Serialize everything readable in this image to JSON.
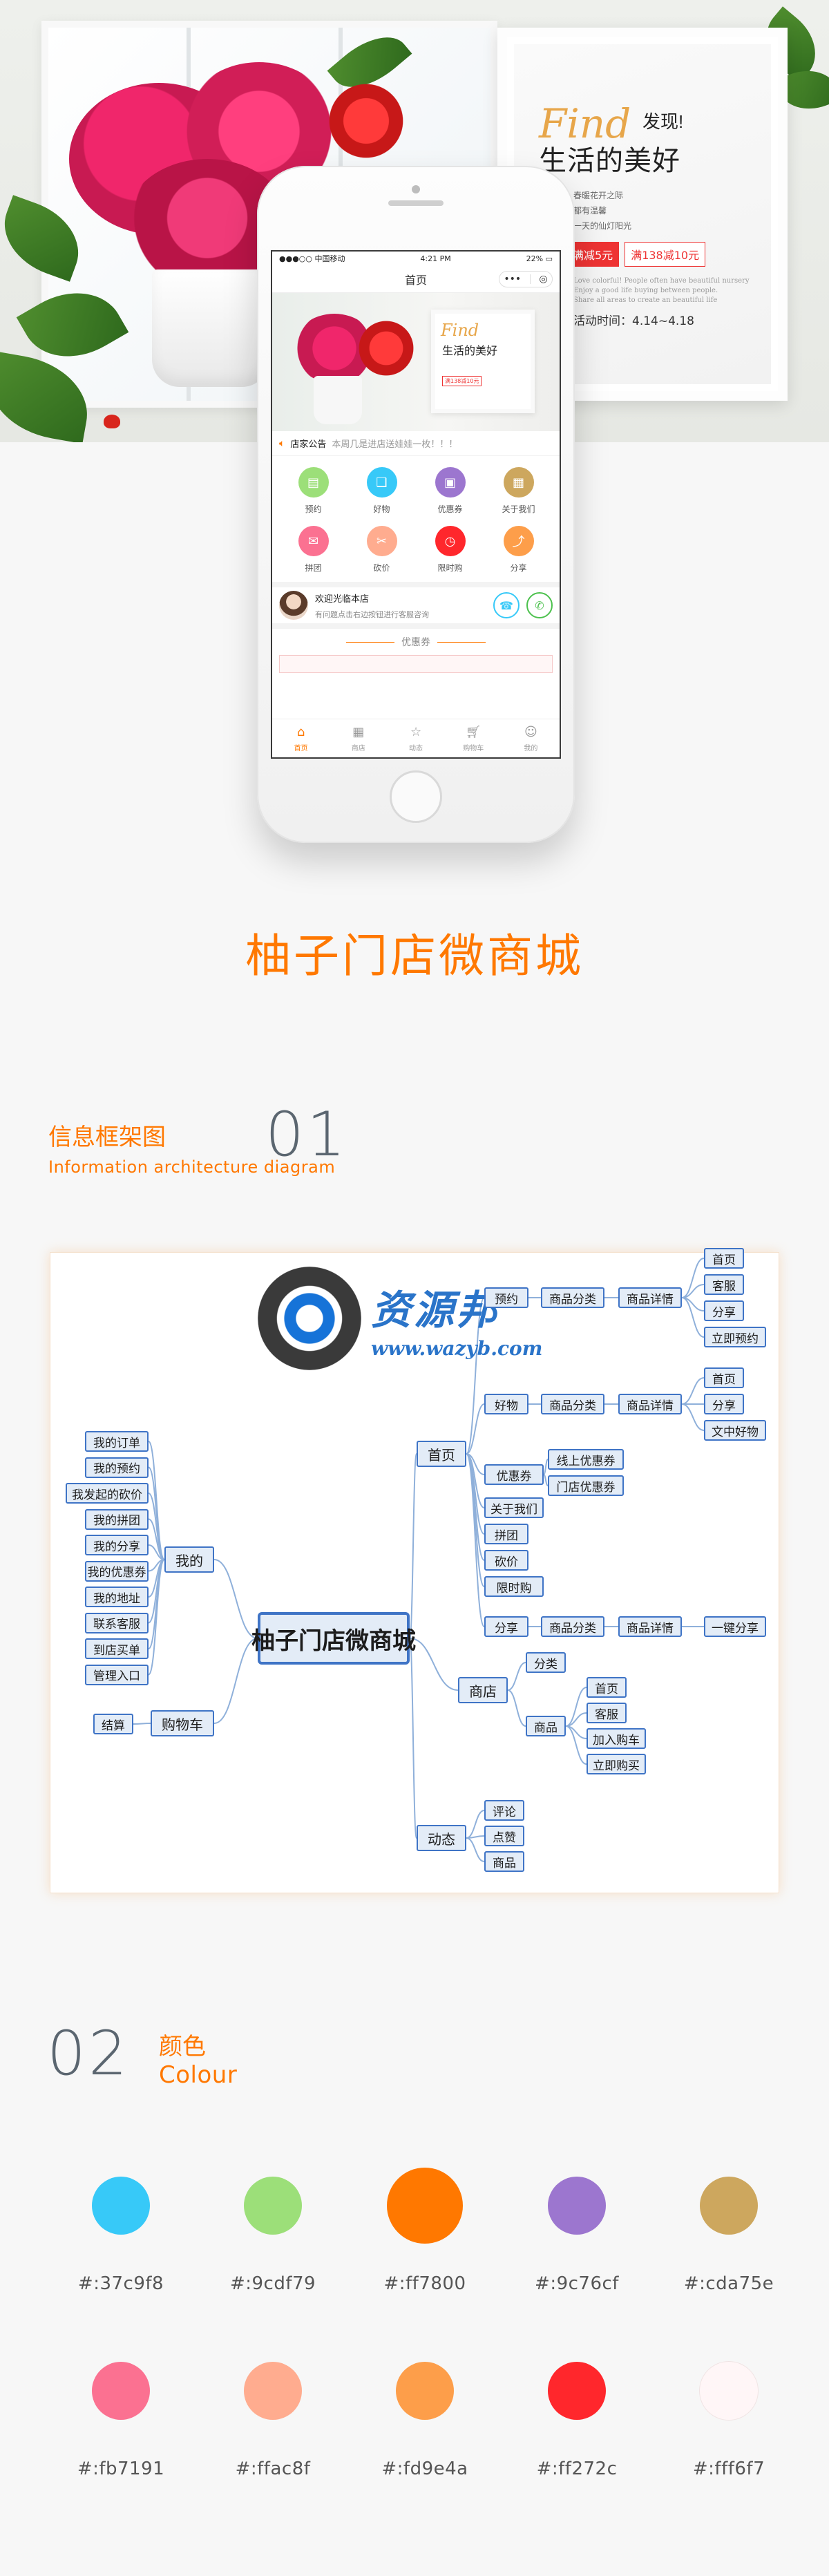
{
  "hero": {
    "find_word": "Find",
    "find_sub": "发现!",
    "find_title": "生活的美好",
    "lines": [
      "春暖花开之际",
      "都有温馨",
      "一天的仙灯阳光"
    ],
    "promo": [
      "满减5元",
      "满138减10元"
    ],
    "promo_en": [
      "Love colorful! People often have beautiful nursery",
      "Enjoy a good life buying between people.",
      "Share all areas to create an beautiful life"
    ],
    "promo_date": "活动时间：4.14~4.18"
  },
  "phone": {
    "status": {
      "carrier": "●●●○○ 中国移动",
      "wifi": "wifi-icon",
      "time": "4:21 PM",
      "battery": "22%"
    },
    "nav_title": "首页",
    "capsule_dots": "•••",
    "capsule_target": "◎",
    "banner": {
      "find": "Find",
      "title": "生活的美好",
      "chip": "满138减10元"
    },
    "notice": {
      "label": "店家公告",
      "text": "本周几是进店送娃娃一枚！！！"
    },
    "grid": [
      {
        "label": "预约",
        "color": "#9cdf79",
        "icon": "calendar-icon"
      },
      {
        "label": "好物",
        "color": "#37c9f8",
        "icon": "book-icon"
      },
      {
        "label": "优惠券",
        "color": "#9c76cf",
        "icon": "coupon-icon"
      },
      {
        "label": "关于我们",
        "color": "#cda75e",
        "icon": "info-icon"
      },
      {
        "label": "拼团",
        "color": "#fb7191",
        "icon": "group-icon"
      },
      {
        "label": "砍价",
        "color": "#ffac8f",
        "icon": "bargain-icon"
      },
      {
        "label": "限时购",
        "color": "#ff272c",
        "icon": "clock-icon"
      },
      {
        "label": "分享",
        "color": "#fd9e4a",
        "icon": "share-icon"
      }
    ],
    "shop": {
      "name": "欢迎光临本店",
      "desc": "有问题点击右边按钮进行客服咨询"
    },
    "coupon_title": "优惠券",
    "tabs": [
      {
        "label": "首页",
        "icon": "home-icon",
        "active": true
      },
      {
        "label": "商店",
        "icon": "grid-icon",
        "active": false
      },
      {
        "label": "动态",
        "icon": "star-icon",
        "active": false
      },
      {
        "label": "购物车",
        "icon": "cart-icon",
        "active": false
      },
      {
        "label": "我的",
        "icon": "user-icon",
        "active": false
      }
    ]
  },
  "main_title": "柚子门店微商城",
  "section1": {
    "cn": "信息框架图",
    "en": "Information architecture diagram",
    "num": "01"
  },
  "watermark": {
    "cn": "资源邦",
    "url": "www.wazyb.com"
  },
  "mindmap": {
    "center": "柚子门店微商城",
    "mine": {
      "label": "我的",
      "items": [
        "我的订单",
        "我的预约",
        "我发起的砍价",
        "我的拼团",
        "我的分享",
        "我的优惠券",
        "我的地址",
        "联系客服",
        "到店买单",
        "管理入口"
      ]
    },
    "cart": {
      "label": "购物车",
      "items": [
        "结算"
      ]
    },
    "home": {
      "label": "首页",
      "items": [
        {
          "label": "预约",
          "sub": "商品分类",
          "detail": "商品详情",
          "leaves": [
            "首页",
            "客服",
            "分享",
            "立即预约"
          ]
        },
        {
          "label": "好物",
          "sub": "商品分类",
          "detail": "商品详情",
          "leaves": [
            "首页",
            "分享",
            "文中好物"
          ]
        },
        {
          "label": "优惠券",
          "subs": [
            "线上优惠券",
            "门店优惠券"
          ]
        },
        {
          "label": "关于我们"
        },
        {
          "label": "拼团"
        },
        {
          "label": "砍价"
        },
        {
          "label": "限时购"
        },
        {
          "label": "分享",
          "sub": "商品分类",
          "detail": "商品详情",
          "leaves": [
            "一键分享"
          ]
        }
      ]
    },
    "shop": {
      "label": "商店",
      "items": [
        "分类",
        "商品"
      ],
      "goods": [
        "首页",
        "客服",
        "加入购车",
        "立即购买"
      ]
    },
    "feed": {
      "label": "动态",
      "items": [
        "评论",
        "点赞",
        "商品"
      ]
    }
  },
  "section2": {
    "cn": "颜色",
    "en": "Colour",
    "num": "02"
  },
  "colors": [
    "#37c9f8",
    "#9cdf79",
    "#ff7800",
    "#9c76cf",
    "#cda75e",
    "#fb7191",
    "#ffac8f",
    "#fd9e4a",
    "#ff272c",
    "#fff6f7"
  ],
  "color_labels": [
    "#:37c9f8",
    "#:9cdf79",
    "#:ff7800",
    "#:9c76cf",
    "#:cda75e",
    "#:fb7191",
    "#:ffac8f",
    "#:fd9e4a",
    "#:ff272c",
    "#:fff6f7"
  ]
}
